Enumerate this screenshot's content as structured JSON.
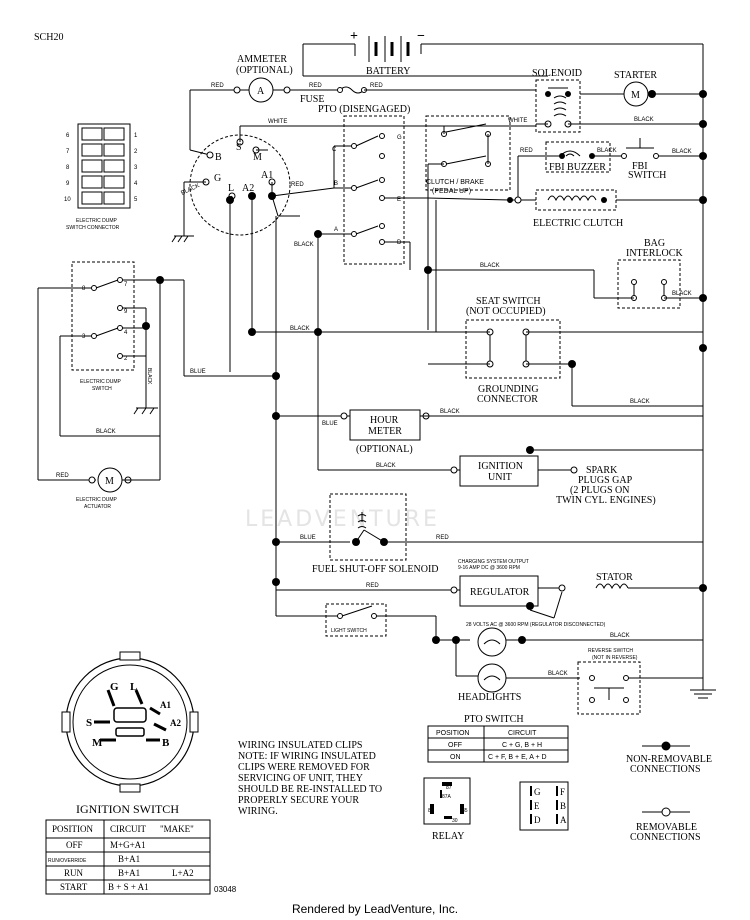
{
  "doc_code": "SCH20",
  "drawing_number": "03048",
  "watermark": "LEADVENTURE",
  "footer": "Rendered by LeadVenture, Inc.",
  "wire_colors": {
    "red": "RED",
    "black": "BLACK",
    "white": "WHITE",
    "blue": "BLUE"
  },
  "components": {
    "battery": "BATTERY",
    "battery_plus": "+",
    "battery_minus": "−",
    "ammeter_line1": "AMMETER",
    "ammeter_line2": "(OPTIONAL)",
    "ammeter_symbol": "A",
    "fuse": "FUSE",
    "solenoid": "SOLENOID",
    "starter": "STARTER",
    "motor_symbol": "M",
    "pto": "PTO (DISENGAGED)",
    "clutch_brake_line1": "CLUTCH / BRAKE",
    "clutch_brake_line2": "(PEDAL UP)",
    "fbi_buzzer": "FBI BUZZER",
    "fbi_switch_line1": "FBI",
    "fbi_switch_line2": "SWITCH",
    "electric_clutch": "ELECTRIC CLUTCH",
    "bag_interlock_line1": "BAG",
    "bag_interlock_line2": "INTERLOCK",
    "seat_switch_line1": "SEAT SWITCH",
    "seat_switch_line2": "(NOT OCCUPIED)",
    "grounding_line1": "GROUNDING",
    "grounding_line2": "CONNECTOR",
    "hour_meter_line1": "HOUR",
    "hour_meter_line2": "METER",
    "hour_meter_optional": "(OPTIONAL)",
    "ignition_unit_line1": "IGNITION",
    "ignition_unit_line2": "UNIT",
    "spark_line1": "SPARK",
    "spark_line2": "PLUGS GAP",
    "spark_line3": "(2 PLUGS ON",
    "spark_line4": "TWIN CYL. ENGINES)",
    "fuel_solenoid": "FUEL SHUT-OFF SOLENOID",
    "charging_line1": "CHARGING SYSTEM OUTPUT",
    "charging_line2": "9-16 AMP DC @ 3600 RPM",
    "stator": "STATOR",
    "regulator": "REGULATOR",
    "ac_note": "28 VOLTS AC @ 3600 RPM (REGULATOR DISCONNECTED)",
    "light_switch": "LIGHT SWITCH",
    "reverse_switch_line1": "REVERSE SWITCH",
    "reverse_switch_line2": "(NOT IN REVERSE)",
    "headlights": "HEADLIGHTS",
    "dump_connector_line1": "ELECTRIC DUMP",
    "dump_connector_line2": "SWITCH CONNECTOR",
    "dump_switch_line1": "ELECTRIC DUMP",
    "dump_switch_line2": "SWITCH",
    "dump_actuator_line1": "ELECTRIC DUMP",
    "dump_actuator_line2": "ACTUATOR"
  },
  "ignition_terminals": {
    "B": "B",
    "S": "S",
    "M": "M",
    "G": "G",
    "L": "L",
    "A2": "A2",
    "A1": "A1"
  },
  "pto_terminals": {
    "C": "C",
    "G": "G",
    "B": "B",
    "E": "E",
    "A": "A",
    "D": "D"
  },
  "connector_pins": {
    "left": [
      "6",
      "7",
      "8",
      "9",
      "10"
    ],
    "right": [
      "1",
      "2",
      "3",
      "4",
      "5"
    ]
  },
  "dump_switch_pins": [
    "8",
    "7",
    "9",
    "3",
    "4",
    "2"
  ],
  "wiring_note": [
    "WIRING INSULATED CLIPS",
    "NOTE: IF WIRING INSULATED",
    "CLIPS WERE REMOVED FOR",
    "SERVICING OF UNIT, THEY",
    "SHOULD BE RE-INSTALLED TO",
    "PROPERLY SECURE YOUR",
    "WIRING."
  ],
  "pto_table": {
    "title": "PTO SWITCH",
    "headers": [
      "POSITION",
      "CIRCUIT"
    ],
    "rows": [
      [
        "OFF",
        "C + G, B + H"
      ],
      [
        "ON",
        "C + F, B + E, A + D"
      ]
    ]
  },
  "ignition_switch": {
    "title": "IGNITION SWITCH",
    "face_labels": [
      "G",
      "L",
      "A1",
      "A2",
      "S",
      "M",
      "B"
    ],
    "headers": [
      "POSITION",
      "CIRCUIT",
      "\"MAKE\""
    ],
    "rows": [
      [
        "OFF",
        "M+G+A1",
        ""
      ],
      [
        "RUN/OVERRIDE",
        "B+A1",
        ""
      ],
      [
        "RUN",
        "B+A1",
        "L+A2"
      ],
      [
        "START",
        "B + S + A1",
        ""
      ]
    ]
  },
  "relay": {
    "title": "RELAY",
    "pins": [
      "87",
      "87A",
      "86",
      "85",
      "30"
    ]
  },
  "switch_face": {
    "left": [
      "G",
      "E",
      "D"
    ],
    "right": [
      "F",
      "B",
      "A"
    ]
  },
  "legend": {
    "non_removable_line1": "NON-REMOVABLE",
    "non_removable_line2": "CONNECTIONS",
    "removable_line1": "REMOVABLE",
    "removable_line2": "CONNECTIONS"
  }
}
